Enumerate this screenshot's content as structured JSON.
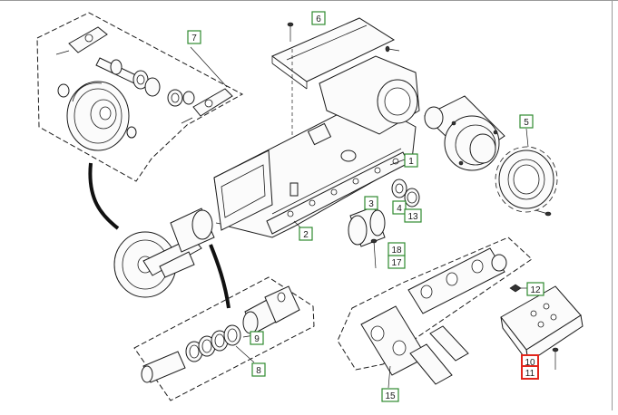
{
  "diagram": {
    "callout_style": {
      "border_color": "#2f8a2f",
      "highlight_border_color": "#e1261c",
      "text_color": "#1a1a1a",
      "background": "#ffffff"
    },
    "callouts": [
      {
        "id": "c1",
        "label": "1",
        "highlight": false
      },
      {
        "id": "c2",
        "label": "2",
        "highlight": false
      },
      {
        "id": "c3",
        "label": "3",
        "highlight": false
      },
      {
        "id": "c4",
        "label": "4",
        "highlight": false
      },
      {
        "id": "c5",
        "label": "5",
        "highlight": false
      },
      {
        "id": "c6",
        "label": "6",
        "highlight": false
      },
      {
        "id": "c7",
        "label": "7",
        "highlight": false
      },
      {
        "id": "c8",
        "label": "8",
        "highlight": false
      },
      {
        "id": "c9",
        "label": "9",
        "highlight": false
      },
      {
        "id": "c10",
        "label": "10",
        "highlight": true
      },
      {
        "id": "c11",
        "label": "11",
        "highlight": true
      },
      {
        "id": "c12",
        "label": "12",
        "highlight": false
      },
      {
        "id": "c13",
        "label": "13",
        "highlight": false
      },
      {
        "id": "c15",
        "label": "15",
        "highlight": false
      },
      {
        "id": "c17",
        "label": "17",
        "highlight": false
      },
      {
        "id": "c18",
        "label": "18",
        "highlight": false
      }
    ]
  }
}
